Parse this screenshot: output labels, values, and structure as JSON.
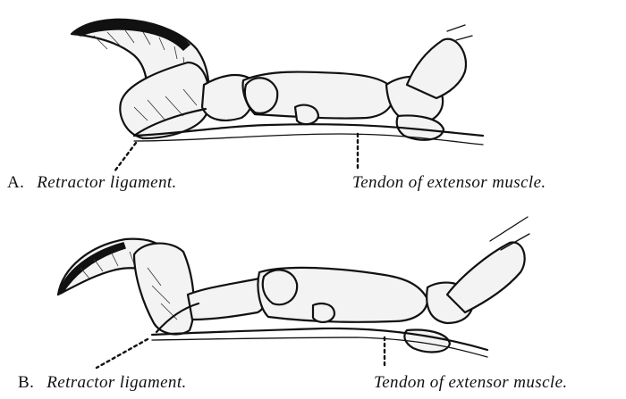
{
  "panel_a": {
    "letter": "A.",
    "retractor_label": "Retractor ligament.",
    "tendon_label": "Tendon of extensor muscle."
  },
  "panel_b": {
    "letter": "B.",
    "retractor_label": "Retractor ligament.",
    "tendon_label": "Tendon of extensor muscle."
  }
}
